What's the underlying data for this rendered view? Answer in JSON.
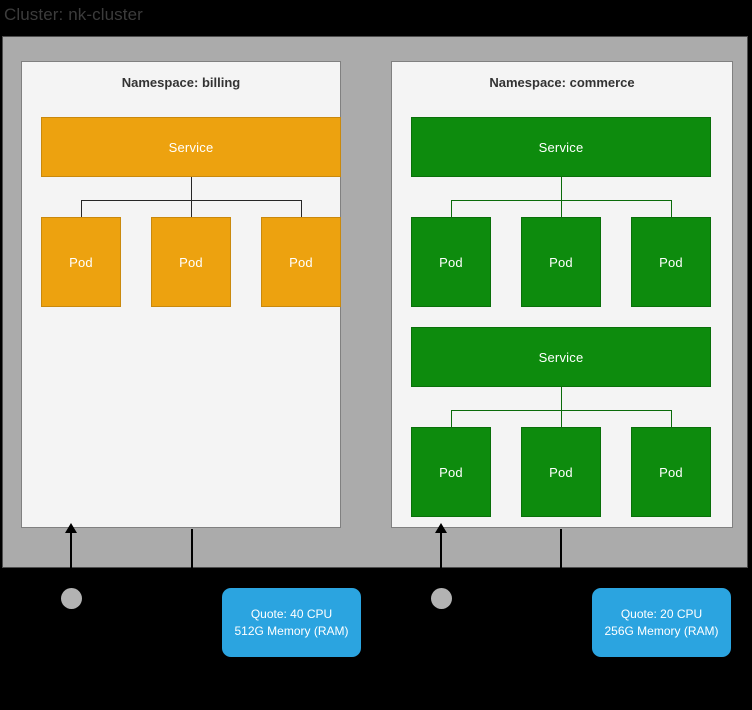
{
  "cluster": {
    "title": "Cluster: nk-cluster",
    "background_color": "#ababab"
  },
  "namespaces": [
    {
      "title": "Namespace: billing",
      "color": "#eda20f",
      "border_color": "#c9890d",
      "groups": [
        {
          "service_label": "Service",
          "pods": [
            {
              "label": "Pod"
            },
            {
              "label": "Pod"
            },
            {
              "label": "Pod"
            }
          ]
        }
      ]
    },
    {
      "title": "Namespace: commerce",
      "color": "#0d8b0d",
      "border_color": "#0a6f0a",
      "groups": [
        {
          "service_label": "Service",
          "pods": [
            {
              "label": "Pod"
            },
            {
              "label": "Pod"
            },
            {
              "label": "Pod"
            }
          ]
        },
        {
          "service_label": "Service",
          "pods": [
            {
              "label": "Pod"
            },
            {
              "label": "Pod"
            },
            {
              "label": "Pod"
            }
          ]
        }
      ]
    }
  ],
  "nodes": [
    {
      "name": "node-dot-1",
      "color": "#b3b3b3"
    },
    {
      "name": "node-dot-2",
      "color": "#b3b3b3"
    }
  ],
  "quotes": [
    {
      "line1": "Quote: 40 CPU",
      "line2": "512G Memory (RAM)",
      "color": "#2ba4e0"
    },
    {
      "line1": "Quote: 20 CPU",
      "line2": "256G Memory (RAM)",
      "color": "#2ba4e0"
    }
  ]
}
